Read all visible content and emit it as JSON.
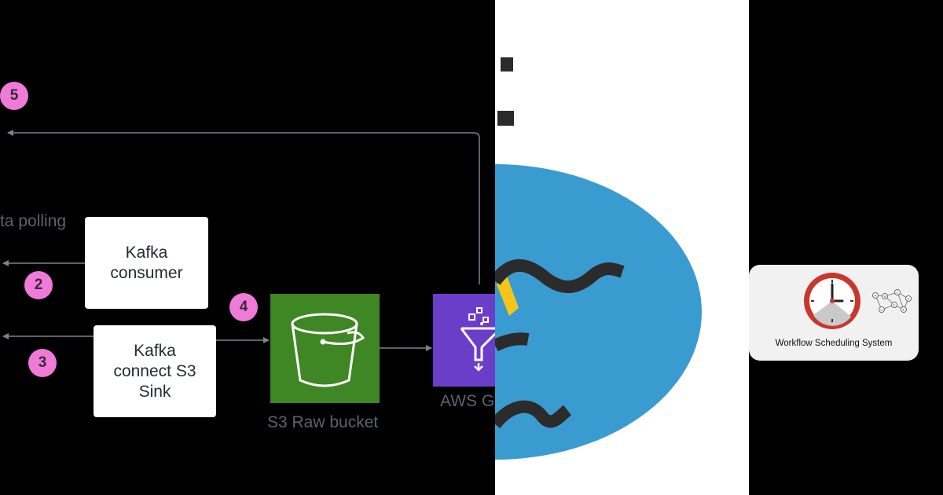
{
  "diagram": {
    "badges": [
      "5",
      "2",
      "3",
      "4"
    ],
    "polling_label": "ta polling",
    "kafka_consumer": {
      "line1": "Kafka",
      "line2": "consumer"
    },
    "kafka_connect": {
      "line1": "Kafka",
      "line2": "connect S3",
      "line3": "Sink"
    },
    "s3_caption": "S3 Raw bucket",
    "glue_caption": "AWS G",
    "colors": {
      "badge": "#f07ad8",
      "s3_tile": "#3f8624",
      "glue_tile": "#6a3ec9",
      "arrow": "#7c828c"
    },
    "icons": [
      "s3-bucket-icon",
      "glue-funnel-icon"
    ]
  },
  "middle_panel": {
    "colors": {
      "disc": "#3a9bd0",
      "waves": "#2b2b2b",
      "accent": "#f5c518"
    }
  },
  "card": {
    "label": "Workflow Scheduling System",
    "graph_nodes": [
      "A",
      "B",
      "C",
      "D",
      "E",
      "F",
      "G"
    ],
    "icons": [
      "clock-icon",
      "workflow-graph-icon"
    ]
  }
}
